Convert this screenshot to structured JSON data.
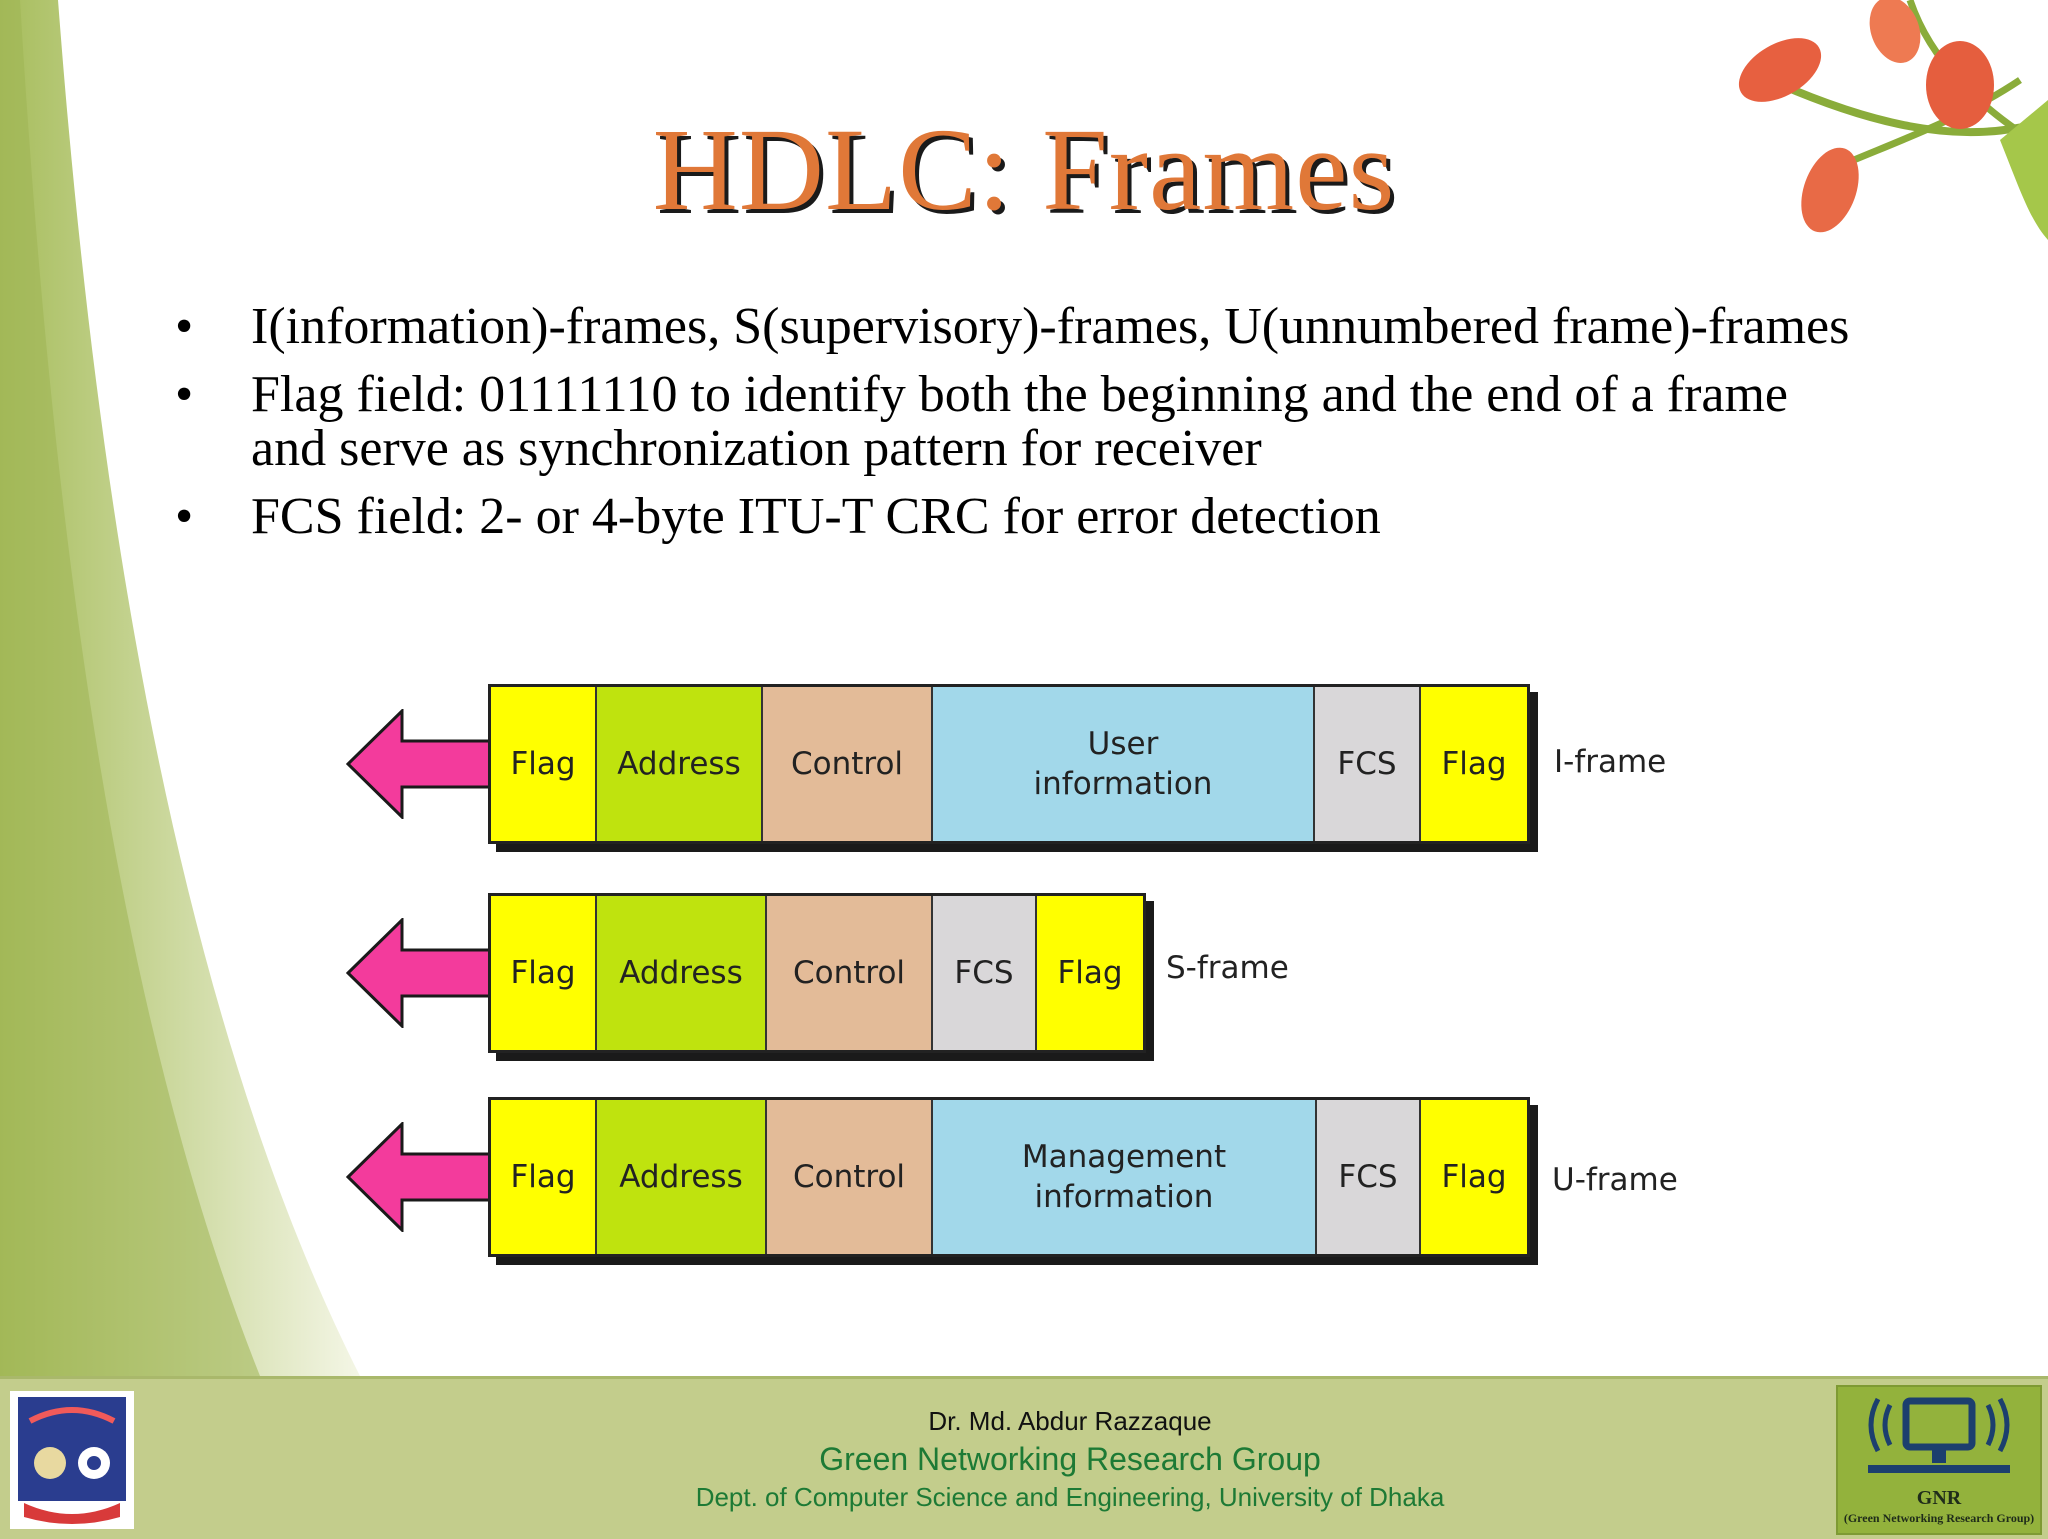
{
  "title": "HDLC: Frames",
  "bullets": [
    "I(information)-frames, S(supervisory)-frames, U(unnumbered frame)-frames",
    "Flag field: 01111110 to identify both the beginning and the end of a frame and serve as synchronization pattern for receiver",
    "FCS field: 2- or 4-byte ITU-T CRC for error detection"
  ],
  "bullet_glyph": "•",
  "colors": {
    "title": "#e07838",
    "flag": "#ffff00",
    "address": "#bfe30e",
    "control": "#e3bb98",
    "info": "#a2d8ea",
    "fcs": "#d9d7d9",
    "arrow": "#f33b9c",
    "footer": "#c3cd8c"
  },
  "frames": [
    {
      "label": "I-frame",
      "fields": [
        {
          "text": "Flag",
          "kind": "flag"
        },
        {
          "text": "Address",
          "kind": "address"
        },
        {
          "text": "Control",
          "kind": "control"
        },
        {
          "text": "User\ninformation",
          "kind": "info"
        },
        {
          "text": "FCS",
          "kind": "fcs"
        },
        {
          "text": "Flag",
          "kind": "flag"
        }
      ]
    },
    {
      "label": "S-frame",
      "fields": [
        {
          "text": "Flag",
          "kind": "flag"
        },
        {
          "text": "Address",
          "kind": "address"
        },
        {
          "text": "Control",
          "kind": "control"
        },
        {
          "text": "FCS",
          "kind": "fcs"
        },
        {
          "text": "Flag",
          "kind": "flag"
        }
      ]
    },
    {
      "label": "U-frame",
      "fields": [
        {
          "text": "Flag",
          "kind": "flag"
        },
        {
          "text": "Address",
          "kind": "address"
        },
        {
          "text": "Control",
          "kind": "control"
        },
        {
          "text": "Management\ninformation",
          "kind": "info"
        },
        {
          "text": "FCS",
          "kind": "fcs"
        },
        {
          "text": "Flag",
          "kind": "flag"
        }
      ]
    }
  ],
  "footer": {
    "author": "Dr. Md. Abdur Razzaque",
    "group": "Green Networking Research Group",
    "dept": "Dept. of Computer Science and Engineering, University of Dhaka",
    "logo_left_icon": "university-crest-icon",
    "logo_right_icon": "network-monitor-icon",
    "logo_right_text": "GNR",
    "logo_right_subtext": "(Green Networking Research Group)"
  }
}
